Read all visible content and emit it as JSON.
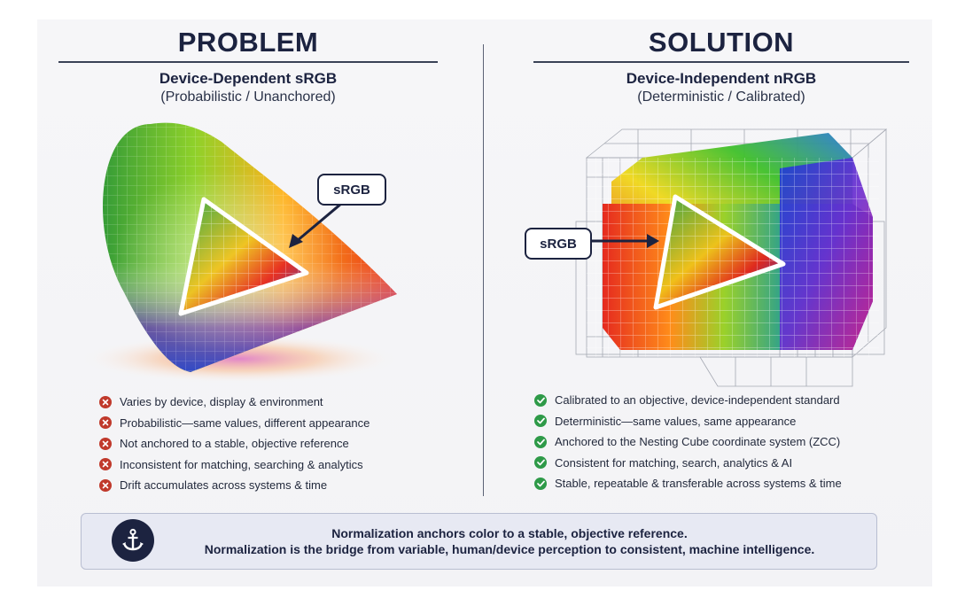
{
  "problem": {
    "title": "PROBLEM",
    "subtitle": "Device-Dependent sRGB",
    "note": "(Probabilistic / Unanchored)",
    "callout": "sRGB",
    "bullets": [
      "Varies by device, display & environment",
      "Probabilistic—same values, different appearance",
      "Not anchored to a stable, objective reference",
      "Inconsistent for matching, searching & analytics",
      "Drift accumulates across systems & time"
    ]
  },
  "solution": {
    "title": "SOLUTION",
    "subtitle": "Device-Independent nRGB",
    "note": "(Deterministic / Calibrated)",
    "callout": "sRGB",
    "bullets": [
      "Calibrated to an objective, device-independent standard",
      "Deterministic—same values, same appearance",
      "Anchored to the Nesting Cube coordinate system (ZCC)",
      "Consistent for matching, search, analytics & AI",
      "Stable, repeatable & transferable across systems & time"
    ]
  },
  "banner": {
    "line1": "Normalization anchors color to a stable, objective reference.",
    "line2": "Normalization is the bridge from variable, human/device perception to consistent, machine intelligence."
  },
  "icons": {
    "negative": "x-circle-icon",
    "positive": "check-circle-icon",
    "banner": "anchor-icon"
  },
  "colors": {
    "navy": "#1c2340",
    "negative": "#c0392b",
    "positive": "#2e9a48",
    "banner_bg": "#e7e9f3"
  }
}
